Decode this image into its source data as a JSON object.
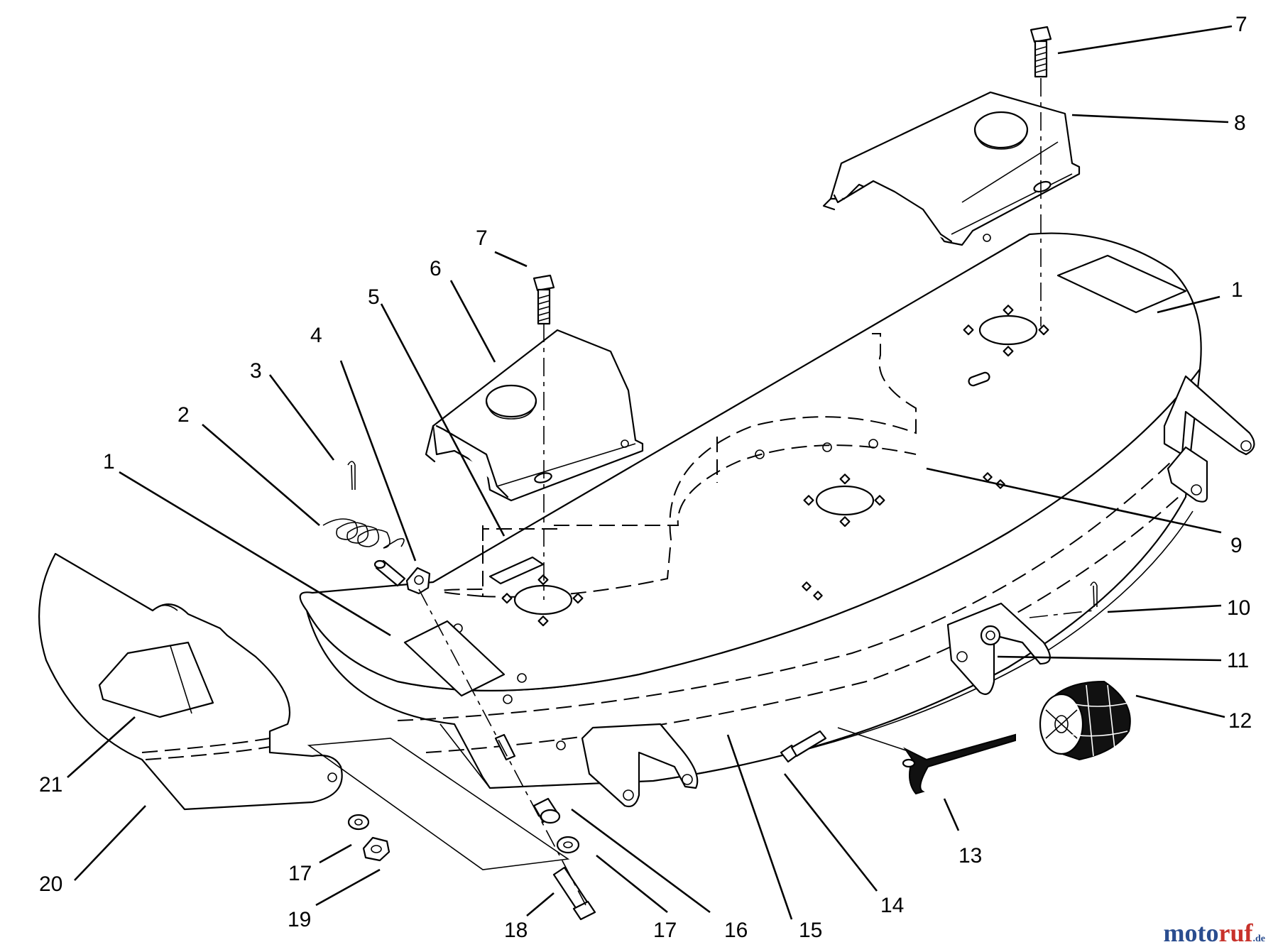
{
  "callouts": [
    {
      "id": "c7a",
      "label": "7"
    },
    {
      "id": "c8",
      "label": "8"
    },
    {
      "id": "c1a",
      "label": "1"
    },
    {
      "id": "c7b",
      "label": "7"
    },
    {
      "id": "c6",
      "label": "6"
    },
    {
      "id": "c5",
      "label": "5"
    },
    {
      "id": "c4",
      "label": "4"
    },
    {
      "id": "c3",
      "label": "3"
    },
    {
      "id": "c2",
      "label": "2"
    },
    {
      "id": "c1b",
      "label": "1"
    },
    {
      "id": "c9",
      "label": "9"
    },
    {
      "id": "c10",
      "label": "10"
    },
    {
      "id": "c11",
      "label": "11"
    },
    {
      "id": "c12",
      "label": "12"
    },
    {
      "id": "c13",
      "label": "13"
    },
    {
      "id": "c14",
      "label": "14"
    },
    {
      "id": "c15",
      "label": "15"
    },
    {
      "id": "c16",
      "label": "16"
    },
    {
      "id": "c17a",
      "label": "17"
    },
    {
      "id": "c18",
      "label": "18"
    },
    {
      "id": "c17b",
      "label": "17"
    },
    {
      "id": "c19",
      "label": "19"
    },
    {
      "id": "c20",
      "label": "20"
    },
    {
      "id": "c21",
      "label": "21"
    }
  ],
  "watermark": {
    "part1": "moto",
    "part2": "ruf",
    "part3": ".de"
  }
}
